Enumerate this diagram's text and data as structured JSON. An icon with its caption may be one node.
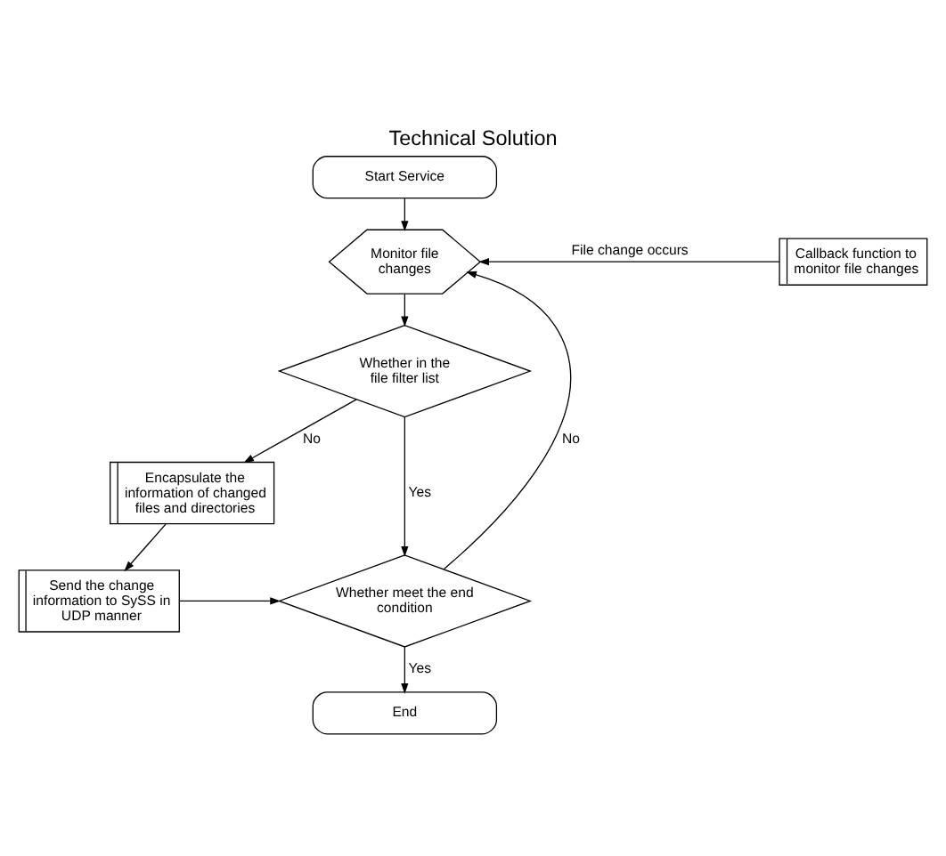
{
  "diagram": {
    "title": "Technical Solution",
    "nodes": [
      {
        "text": [
          "Start Service"
        ]
      },
      {
        "text": [
          "Monitor file changes"
        ]
      },
      {
        "text": [
          "Callback function to monitor file changes"
        ]
      },
      {
        "text": [
          "Whether in the file filter list"
        ]
      },
      {
        "text": [
          "Encapsulate the information of changed files and directories"
        ]
      },
      {
        "text": [
          "Send the change information to SySS in UDP manner"
        ]
      },
      {
        "text": [
          "Whether meet the end condition"
        ]
      },
      {
        "text": [
          "End"
        ]
      }
    ],
    "edges": [
      {
        "from": 0,
        "to": 1,
        "arrow": "to"
      },
      {
        "from": 2,
        "to": 1,
        "arrow": "to",
        "label": "File change occurs"
      },
      {
        "from": 1,
        "to": 3,
        "arrow": "to"
      },
      {
        "from": 3,
        "to": 4,
        "arrow": "to",
        "label": "No"
      },
      {
        "from": 3,
        "to": 6,
        "arrow": "to",
        "label": "Yes"
      },
      {
        "from": 4,
        "to": 5,
        "arrow": "to"
      },
      {
        "from": 5,
        "to": 6,
        "arrow": "to"
      },
      {
        "from": 6,
        "to": 1,
        "arrow": "to",
        "label": "No"
      },
      {
        "from": 6,
        "to": 7,
        "arrow": "to",
        "label": "Yes"
      }
    ]
  }
}
